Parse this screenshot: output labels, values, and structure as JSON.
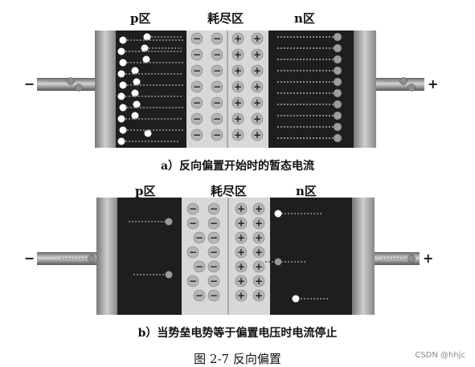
{
  "regions": {
    "p": "p区",
    "depletion": "耗尽区",
    "n": "n区"
  },
  "terminals": {
    "minus": "−",
    "plus": "+"
  },
  "captions": {
    "a": "a）反向偏置开始时的暂态电流",
    "b": "b）当势垒电势等于偏置电压时电流停止"
  },
  "figure_caption": "图 2-7    反向偏置",
  "watermark": "CSDN @hhjc",
  "colors": {
    "dark_region": "#1e1e1e",
    "depletion": "#d8d8d8",
    "wire": "#9a9a9a"
  }
}
